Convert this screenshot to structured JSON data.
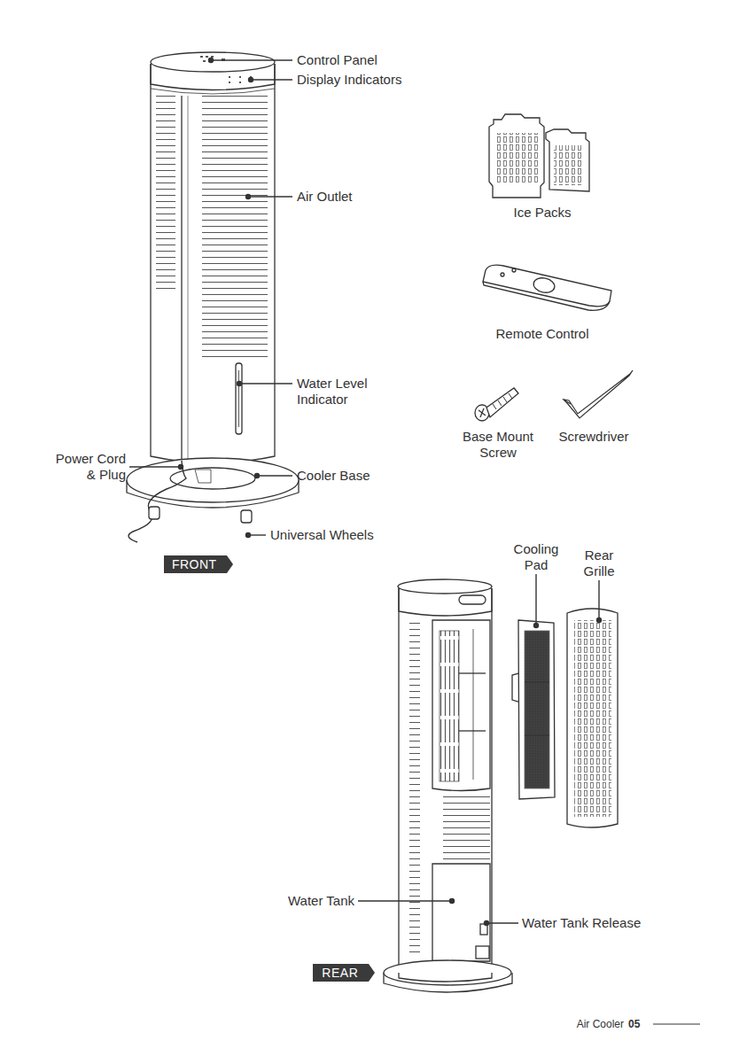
{
  "diagram": {
    "nodes": [
      {
        "text": [
          "FRONT"
        ]
      },
      {
        "text": [
          "REAR"
        ]
      }
    ],
    "labels": [
      "Control Panel",
      "Display Indicators",
      "Air Outlet",
      "Water Level Indicator",
      "Power Cord & Plug",
      "Cooler Base",
      "Universal Wheels",
      "Ice Packs",
      "Remote Control",
      "Base Mount Screw",
      "Screwdriver",
      "Cooling Pad",
      "Rear Grille",
      "Water Tank",
      "Water Tank Release",
      "Air Cooler",
      "05"
    ]
  }
}
